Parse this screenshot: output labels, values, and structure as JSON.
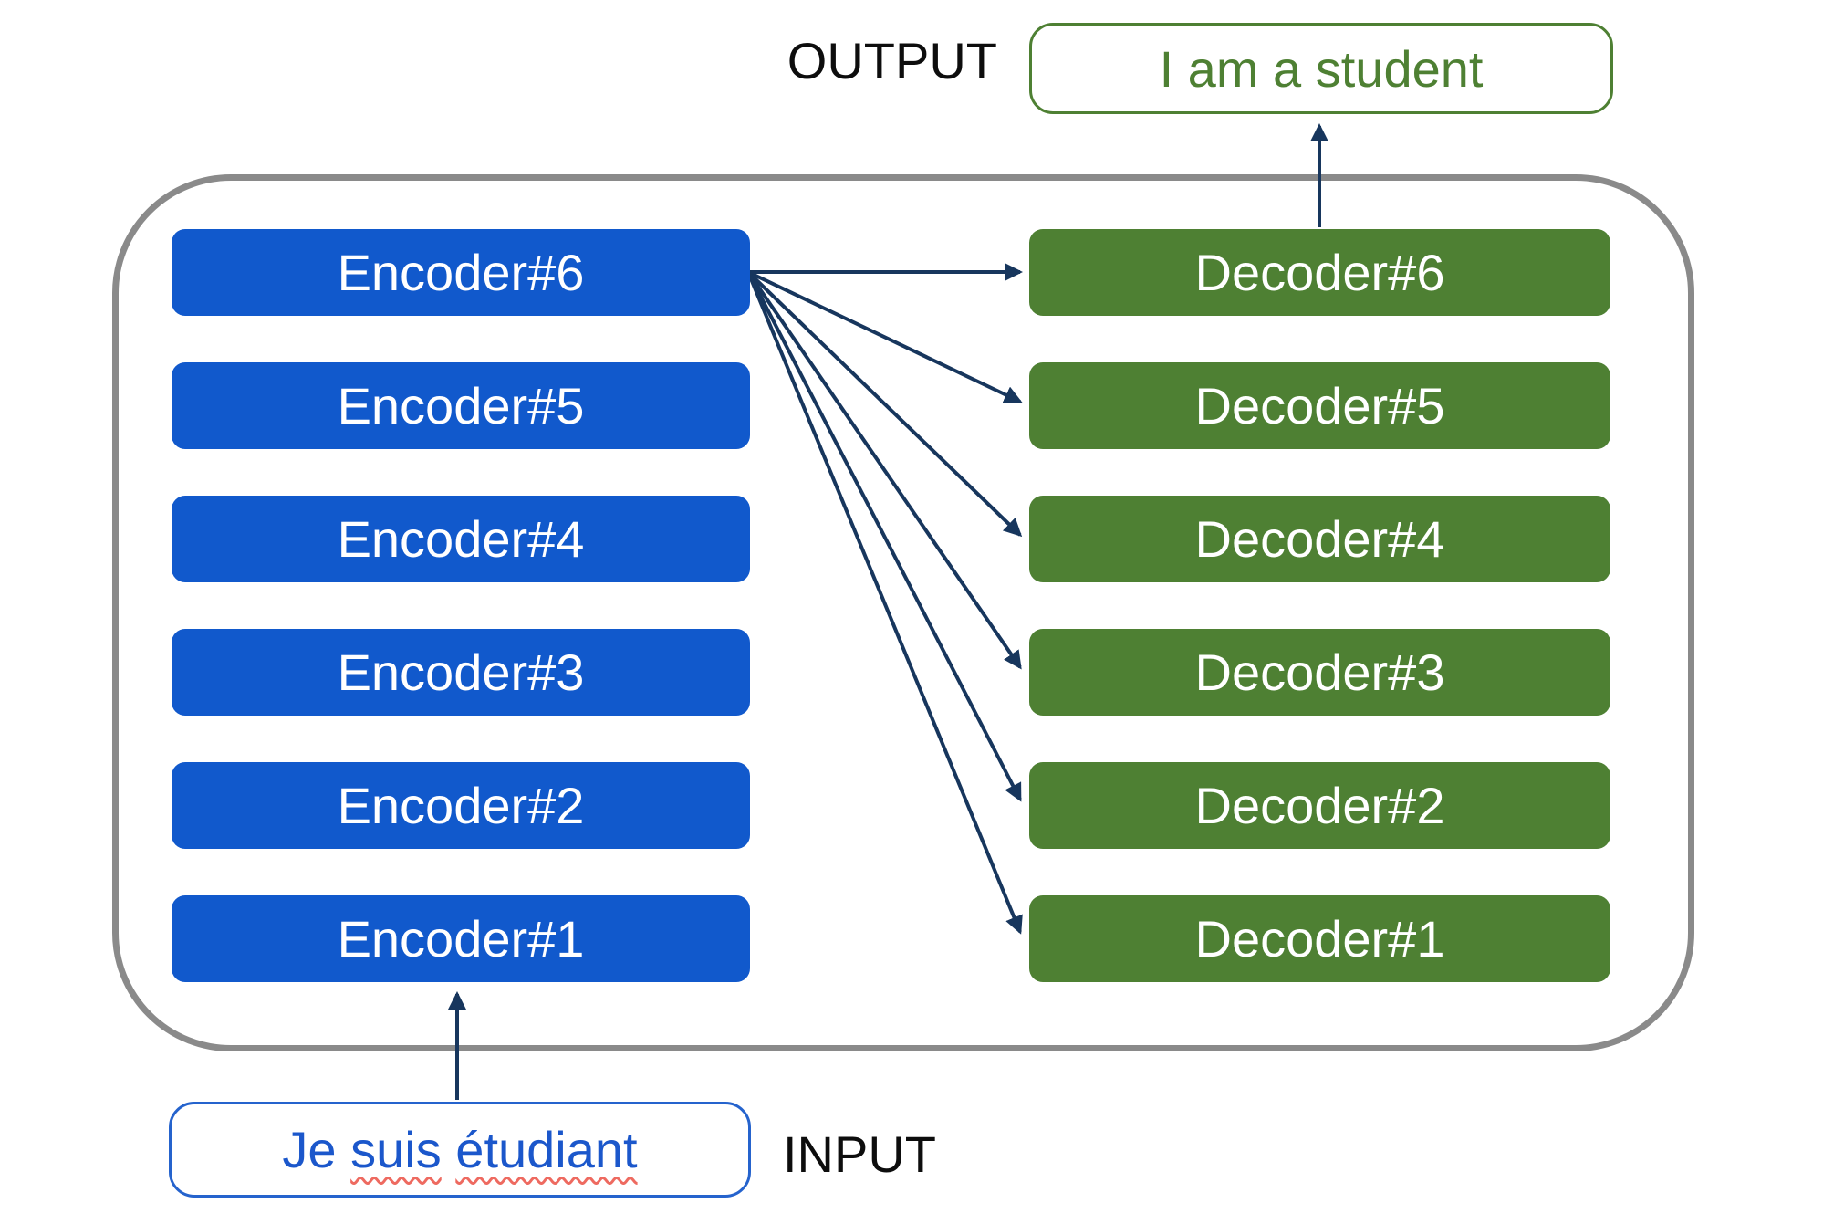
{
  "labels": {
    "output": "OUTPUT",
    "input": "INPUT"
  },
  "output_box": {
    "text": "I am a student"
  },
  "input_box": {
    "words": [
      "Je",
      "suis",
      "étudiant"
    ],
    "misspelled_words": [
      "suis",
      "étudiant"
    ]
  },
  "encoders": [
    "Encoder#6",
    "Encoder#5",
    "Encoder#4",
    "Encoder#3",
    "Encoder#2",
    "Encoder#1"
  ],
  "decoders": [
    "Decoder#6",
    "Decoder#5",
    "Decoder#4",
    "Decoder#3",
    "Decoder#2",
    "Decoder#1"
  ],
  "colors": {
    "encoder_fill": "#1159cc",
    "decoder_fill": "#4e8033",
    "arrow": "#17365d",
    "output_green": "#4e8033",
    "input_text_blue": "#1b57cb",
    "input_border_blue": "#2563cd",
    "container_border_gray": "#8a8a8a",
    "spellcheck_squiggle": "#ee6a60",
    "label_text": "#0d0d0d"
  }
}
